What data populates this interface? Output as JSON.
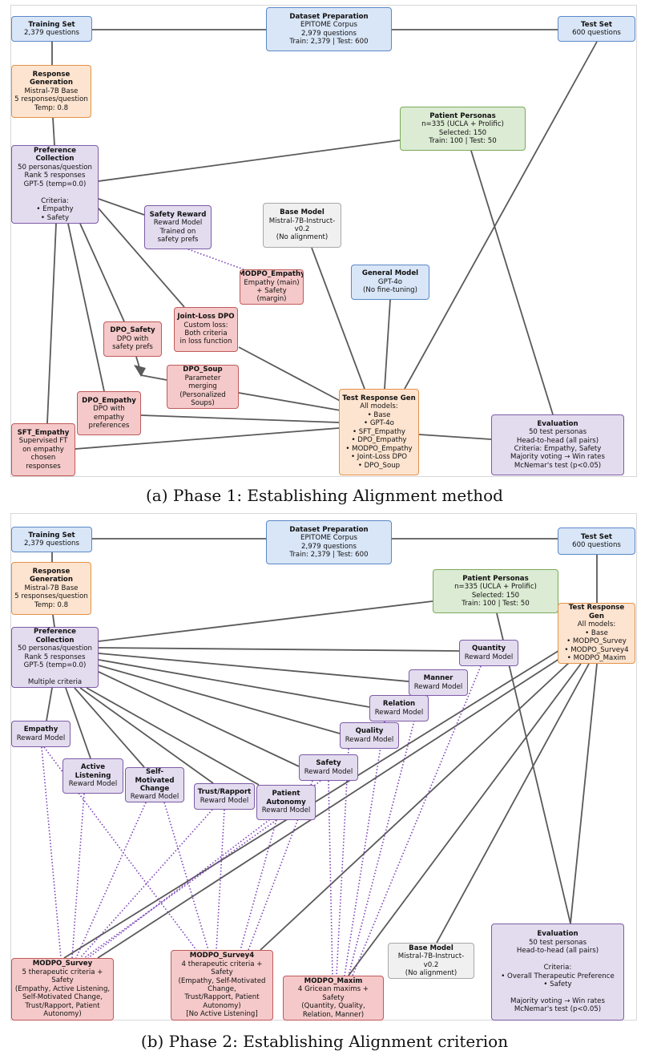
{
  "panel1": {
    "caption": "(a) Phase 1: Establishing Alignment method",
    "nodes": {
      "training_set": {
        "title": "Training Set",
        "body": "2,379 questions"
      },
      "dataset_prep": {
        "title": "Dataset Preparation",
        "body": "EPITOME Corpus\n2,979 questions\nTrain: 2,379 | Test: 600"
      },
      "test_set": {
        "title": "Test Set",
        "body": "600 questions"
      },
      "response_gen": {
        "title": "Response\nGeneration",
        "body": "Mistral-7B Base\n5 responses/question\nTemp: 0.8"
      },
      "patient_personas": {
        "title": "Patient Personas",
        "body": "n=335 (UCLA + Prolific)\nSelected: 150\nTrain: 100 | Test: 50"
      },
      "preference_collection": {
        "title": "Preference Collection",
        "body": "50 personas/question\nRank 5 responses\nGPT-5 (temp=0.0)\n\nCriteria:\n• Empathy\n• Safety"
      },
      "safety_reward": {
        "title": "Safety Reward",
        "body": "Reward Model\nTrained on\nsafety prefs"
      },
      "base_model": {
        "title": "Base Model",
        "body": "Mistral-7B-Instruct-\nv0.2\n(No alignment)"
      },
      "modpo_empathy": {
        "title": "MODPO_Empathy",
        "body": "Empathy (main)\n+ Safety (margin)"
      },
      "general_model": {
        "title": "General Model",
        "body": "GPT-4o\n(No fine-tuning)"
      },
      "joint_loss": {
        "title": "Joint-Loss DPO",
        "body": "Custom loss:\nBoth criteria\nin loss function"
      },
      "dpo_safety": {
        "title": "DPO_Safety",
        "body": "DPO with\nsafety prefs"
      },
      "dpo_soup": {
        "title": "DPO_Soup",
        "body": "Parameter merging\n(Personalized\nSoups)"
      },
      "dpo_empathy": {
        "title": "DPO_Empathy",
        "body": "DPO with\nempathy\npreferences"
      },
      "test_response_gen": {
        "title": "Test Response Gen",
        "body": "All models:\n• Base\n• GPT-4o\n• SFT_Empathy\n• DPO_Empathy\n• MODPO_Empathy\n• Joint-Loss DPO\n• DPO_Soup"
      },
      "sft_empathy": {
        "title": "SFT_Empathy",
        "body": "Supervised FT\non empathy\nchosen\nresponses"
      },
      "evaluation": {
        "title": "Evaluation",
        "body": "50 test personas\nHead-to-head (all pairs)\nCriteria: Empathy, Safety\nMajority voting → Win rates\nMcNemar's test (p<0.05)"
      }
    }
  },
  "panel2": {
    "caption": "(b) Phase 2: Establishing Alignment criterion",
    "nodes": {
      "training_set": {
        "title": "Training Set",
        "body": "2,379 questions"
      },
      "dataset_prep": {
        "title": "Dataset Preparation",
        "body": "EPITOME Corpus\n2,979 questions\nTrain: 2,379 | Test: 600"
      },
      "test_set": {
        "title": "Test Set",
        "body": "600 questions"
      },
      "response_gen": {
        "title": "Response\nGeneration",
        "body": "Mistral-7B Base\n5 responses/question\nTemp: 0.8"
      },
      "patient_personas": {
        "title": "Patient Personas",
        "body": "n=335 (UCLA + Prolific)\nSelected: 150\nTrain: 100 | Test: 50"
      },
      "test_response_gen": {
        "title": "Test Response Gen",
        "body": "All models:\n• Base\n• MODPO_Survey\n• MODPO_Survey4\n• MODPO_Maxim"
      },
      "preference_collection": {
        "title": "Preference Collection",
        "body": "50 personas/question\nRank 5 responses\nGPT-5 (temp=0.0)\n\nMultiple criteria"
      },
      "quantity": {
        "title": "Quantity",
        "body": "Reward Model"
      },
      "manner": {
        "title": "Manner",
        "body": "Reward Model"
      },
      "relation": {
        "title": "Relation",
        "body": "Reward Model"
      },
      "quality": {
        "title": "Quality",
        "body": "Reward Model"
      },
      "empathy": {
        "title": "Empathy",
        "body": "Reward Model"
      },
      "active_listening": {
        "title": "Active\nListening",
        "body": "Reward Model"
      },
      "self_motivated": {
        "title": "Self-Motivated\nChange",
        "body": "Reward Model"
      },
      "trust_rapport": {
        "title": "Trust/Rapport",
        "body": "Reward Model"
      },
      "patient_autonomy": {
        "title": "Patient\nAutonomy",
        "body": "Reward Model"
      },
      "safety": {
        "title": "Safety",
        "body": "Reward Model"
      },
      "modpo_survey": {
        "title": "MODPO_Survey",
        "body": "5 therapeutic criteria + Safety\n(Empathy, Active Listening,\nSelf-Motivated Change,\nTrust/Rapport, Patient\nAutonomy)"
      },
      "modpo_survey4": {
        "title": "MODPO_Survey4",
        "body": "4 therapeutic criteria + Safety\n(Empathy, Self-Motivated\nChange,\nTrust/Rapport, Patient\nAutonomy)\n[No Active Listening]"
      },
      "modpo_maxim": {
        "title": "MODPO_Maxim",
        "body": "4 Gricean maxims + Safety\n(Quantity, Quality,\nRelation, Manner)"
      },
      "base_model": {
        "title": "Base Model",
        "body": "Mistral-7B-Instruct-v0.2\n(No alignment)"
      },
      "evaluation": {
        "title": "Evaluation",
        "body": "50 test personas\nHead-to-head (all pairs)\n\nCriteria:\n• Overall Therapeutic Preference\n• Safety\n\nMajority voting → Win rates\nMcNemar's test (p<0.05)"
      }
    }
  },
  "colors": {
    "edge": "#5a5a5a",
    "dotted_edge": "#7b3fb8",
    "blue": "#d9e6f7",
    "orange": "#fde4d0",
    "purple": "#e3dcef",
    "green": "#dcebd3",
    "gray": "#f0f0f0",
    "red": "#f5c9c9"
  }
}
